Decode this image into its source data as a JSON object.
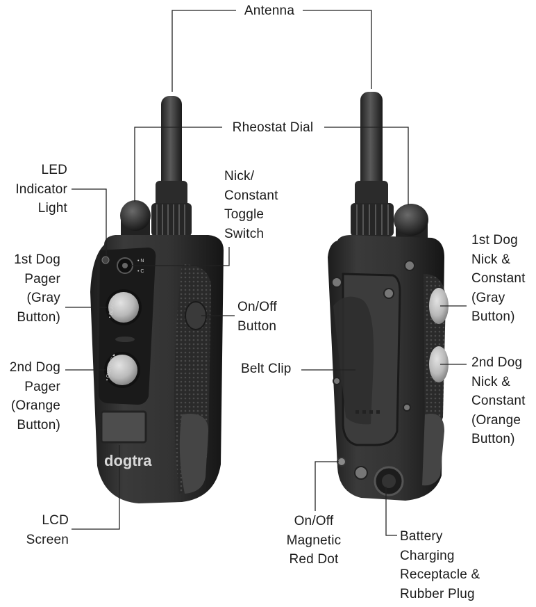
{
  "brand": "dogtra",
  "front_labels": {
    "antenna": [
      "Antenna"
    ],
    "rheostat_dial": [
      "Rheostat Dial"
    ],
    "led_indicator": [
      "LED",
      "Indicator",
      "Light"
    ],
    "toggle_switch": [
      "Nick/",
      "Constant",
      "Toggle",
      "Switch"
    ],
    "first_dog_pager": [
      "1st Dog",
      "Pager",
      "(Gray",
      "Button)"
    ],
    "on_off_button": [
      "On/Off",
      "Button"
    ],
    "second_dog_pager": [
      "2nd Dog",
      "Pager",
      "(Orange",
      "Button)"
    ],
    "lcd_screen": [
      "LCD",
      "Screen"
    ]
  },
  "back_labels": {
    "first_dog_nick": [
      "1st Dog",
      "Nick &",
      "Constant",
      "(Gray",
      "Button)"
    ],
    "belt_clip": [
      "Belt Clip"
    ],
    "second_dog_nick": [
      "2nd Dog",
      "Nick &",
      "Constant",
      "(Orange",
      "Button)"
    ],
    "magnetic_dot": [
      "On/Off",
      "Magnetic",
      "Red Dot"
    ],
    "battery_receptacle": [
      "Battery",
      "Charging",
      "Receptacle &",
      "Rubber Plug"
    ]
  },
  "device_markings": {
    "switch_n": "• N",
    "switch_c": "• C",
    "button_black": "• BLACK ▸",
    "button_orange": "• ORANGE ▸"
  }
}
